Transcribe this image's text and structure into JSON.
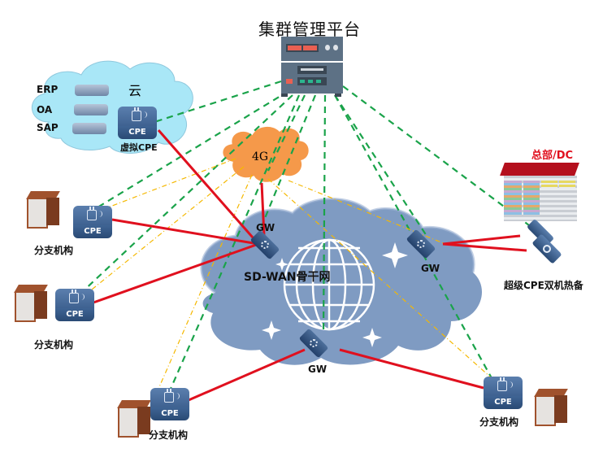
{
  "title": "集群管理平台",
  "cloud": {
    "label": "云",
    "apps": [
      "ERP",
      "OA",
      "SAP"
    ],
    "virtual_cpe_label": "虚拟CPE"
  },
  "lte": {
    "label": "4G"
  },
  "backbone": {
    "label": "SD-WAN骨干网"
  },
  "gateways": [
    {
      "label": "GW"
    },
    {
      "label": "GW"
    },
    {
      "label": "GW"
    }
  ],
  "headquarters": {
    "label": "总部/DC",
    "cpe_label": "超级CPE双机热备"
  },
  "branches": [
    {
      "label": "分支机构",
      "cpe": "CPE"
    },
    {
      "label": "分支机构",
      "cpe": "CPE"
    },
    {
      "label": "分支机构",
      "cpe": "CPE"
    },
    {
      "label": "分支机构",
      "cpe": "CPE"
    }
  ],
  "cpe_text": "CPE",
  "colors": {
    "management_link": "#1aa34a",
    "lte_link": "#f5b800",
    "wan_link": "#e0101e",
    "sdwan_cloud": "#7e98bd",
    "public_cloud": "#a8e8f8",
    "lte_cloud": "#f5994a",
    "hq_label": "#e0101e"
  }
}
